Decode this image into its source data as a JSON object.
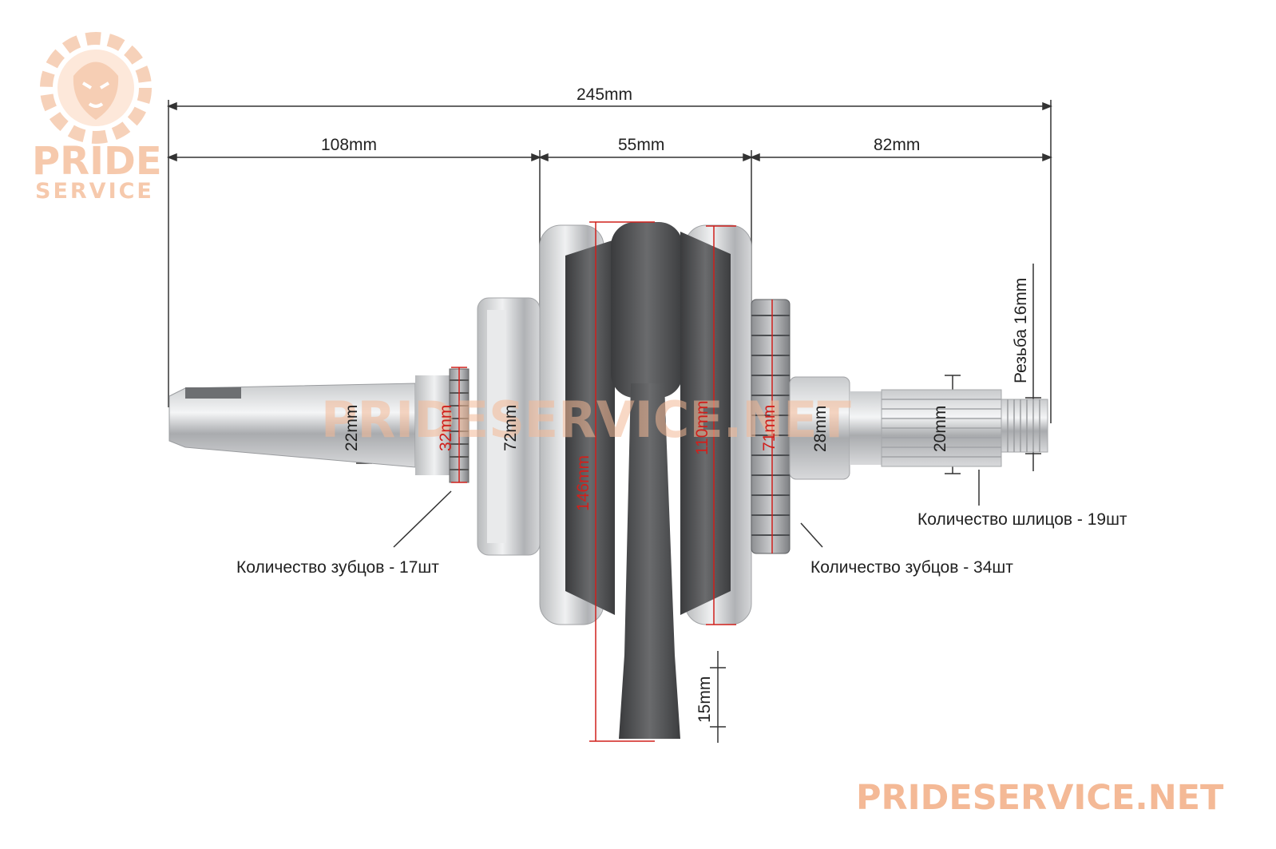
{
  "logo": {
    "line1": "PRIDE",
    "line2": "SERVICE"
  },
  "watermark_center": "PRIDESERVICE.NET",
  "watermark_bottom": "PRIDESERVICE.NET",
  "dimensions": {
    "overall_length": "245mm",
    "left_shaft": "108mm",
    "center_width": "55mm",
    "right_shaft": "82mm",
    "left_shaft_dia": "22mm",
    "left_gear_dia": "32mm",
    "left_bearing_dia": "72mm",
    "flywheel_dia": "146mm",
    "web_dia": "110mm",
    "right_gear_dia": "71mm",
    "right_bearing_dia": "28mm",
    "spline_dia": "20mm",
    "thread": "Резьба 16mm",
    "rod_end": "15mm"
  },
  "notes": {
    "left_gear_teeth": "Количество зубцов - 17шт",
    "right_gear_teeth": "Количество зубцов - 34шт",
    "splines": "Количество шлицов - 19шт"
  },
  "colors": {
    "dimension_black": "#222222",
    "dimension_red": "#d0201c",
    "watermark": "#f4b996"
  }
}
